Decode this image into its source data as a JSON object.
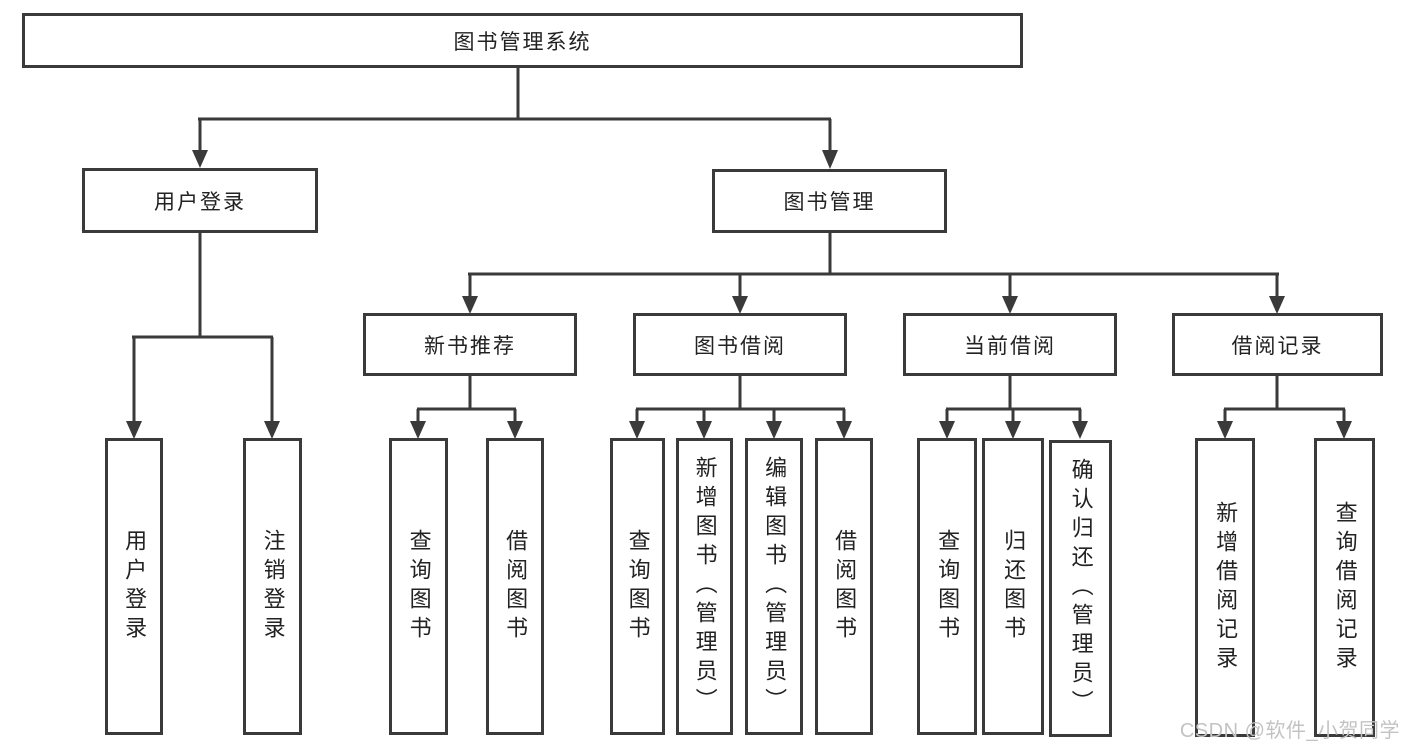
{
  "diagram": {
    "type": "tree",
    "root": "图书管理系统",
    "level2": {
      "user_login": "用户登录",
      "book_mgmt": "图书管理"
    },
    "level3": {
      "new_recommend": "新书推荐",
      "book_borrow": "图书借阅",
      "current_borrow": "当前借阅",
      "borrow_record": "借阅记录"
    },
    "leaves": {
      "user_login": [
        "用户登录",
        "注销登录"
      ],
      "new_recommend": [
        "查询图书",
        "借阅图书"
      ],
      "book_borrow": [
        "查询图书",
        "新增图书（管理员）",
        "编辑图书（管理员）",
        "借阅图书"
      ],
      "current_borrow": [
        "查询图书",
        "归还图书",
        "确认归还（管理员）"
      ],
      "borrow_record": [
        "新增借阅记录",
        "查询借阅记录"
      ]
    },
    "line_color": "#3a3a3a",
    "background": "#ffffff"
  },
  "watermark": "CSDN @软件_小贺同学"
}
